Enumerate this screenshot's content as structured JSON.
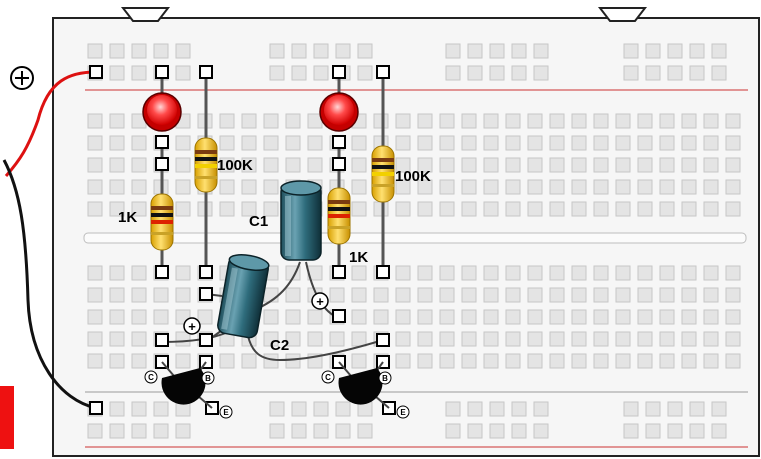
{
  "power": {
    "positive_symbol": "⊕",
    "battery_color": "#ee1111"
  },
  "colors": {
    "board_fill": "#f4f4f4",
    "board_border": "#222222",
    "hole_fill": "#e4e4e4",
    "hole_border": "#c6c6c6",
    "rail_line": "#cc3333",
    "wire_red": "#dd1111",
    "wire_black": "#111111",
    "lead_gray": "#555555",
    "led_red": "#ff3b3b",
    "resistor_body": "#f6c21c",
    "capacitor_body": "#2f6d7d",
    "transistor_body": "#050505"
  },
  "components": {
    "resistors": [
      {
        "id": "r1",
        "label": "1K",
        "bands": [
          "#7a3b10",
          "#111111",
          "#dd2200",
          "#c9a227"
        ]
      },
      {
        "id": "r2",
        "label": "100K",
        "bands": [
          "#7a3b10",
          "#111111",
          "#f2d000",
          "#c9a227"
        ]
      },
      {
        "id": "r3",
        "label": "1K",
        "bands": [
          "#7a3b10",
          "#111111",
          "#dd2200",
          "#c9a227"
        ]
      },
      {
        "id": "r4",
        "label": "100K",
        "bands": [
          "#7a3b10",
          "#111111",
          "#f2d000",
          "#c9a227"
        ]
      }
    ],
    "capacitors": [
      {
        "id": "c1",
        "label": "C1",
        "polarity_mark": "+"
      },
      {
        "id": "c2",
        "label": "C2",
        "polarity_mark": "+"
      }
    ],
    "transistors": [
      {
        "id": "q1",
        "pins": {
          "c": "C",
          "b": "B",
          "e": "E"
        }
      },
      {
        "id": "q2",
        "pins": {
          "c": "C",
          "b": "B",
          "e": "E"
        }
      }
    ],
    "leds": [
      {
        "id": "led1",
        "color": "red"
      },
      {
        "id": "led2",
        "color": "red"
      }
    ]
  }
}
